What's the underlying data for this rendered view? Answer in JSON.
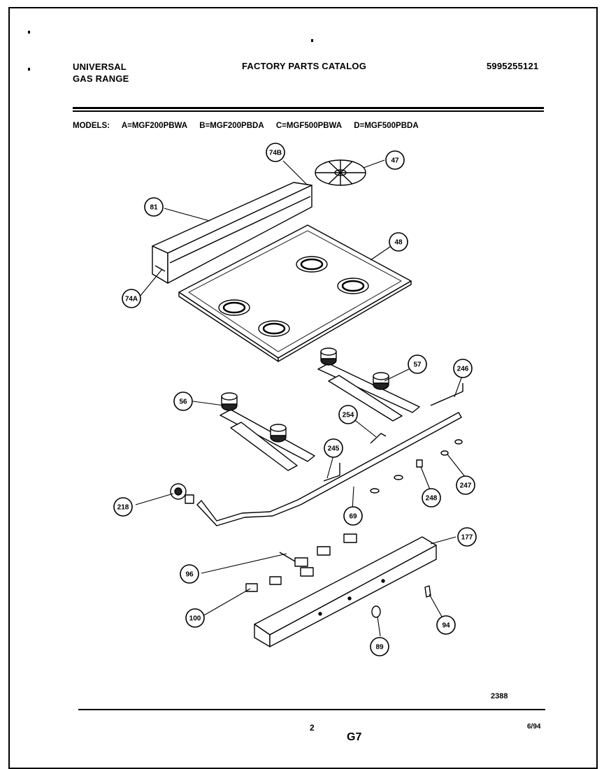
{
  "header": {
    "brand_line1": "UNIVERSAL",
    "brand_line2": "GAS RANGE",
    "catalog_title": "FACTORY PARTS CATALOG",
    "catalog_number": "5995255121"
  },
  "models": {
    "label": "MODELS:",
    "items": [
      "A=MGF200PBWA",
      "B=MGF200PBDA",
      "C=MGF500PBWA",
      "D=MGF500PBDA"
    ]
  },
  "callouts": [
    "74B",
    "47",
    "81",
    "48",
    "74A",
    "57",
    "246",
    "56",
    "254",
    "245",
    "247",
    "248",
    "218",
    "69",
    "177",
    "96",
    "100",
    "94",
    "89"
  ],
  "footer": {
    "diagram_number": "2388",
    "page_number": "2",
    "group_code": "G7",
    "date": "6/94"
  }
}
